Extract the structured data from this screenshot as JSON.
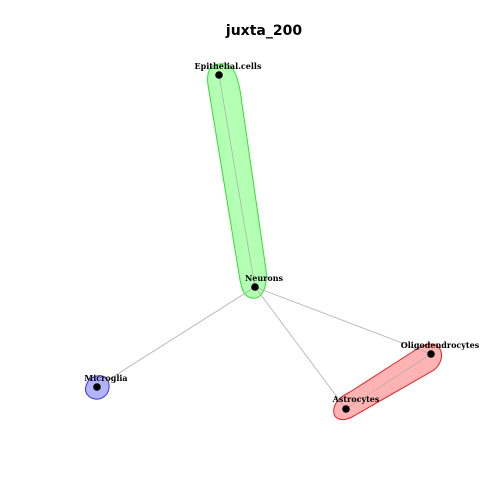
{
  "title": "juxta_200",
  "nodes": [
    {
      "id": "epithelial",
      "label": "Epithelial.cells"
    },
    {
      "id": "neurons",
      "label": "Neurons"
    },
    {
      "id": "oligodendrocytes",
      "label": "Oligodendrocytes"
    },
    {
      "id": "astrocytes",
      "label": "Astrocytes"
    },
    {
      "id": "microglia",
      "label": "Microglia"
    }
  ],
  "edges": [
    {
      "from": "epithelial",
      "to": "neurons"
    },
    {
      "from": "neurons",
      "to": "microglia"
    },
    {
      "from": "neurons",
      "to": "astrocytes"
    },
    {
      "from": "neurons",
      "to": "oligodendrocytes"
    },
    {
      "from": "astrocytes",
      "to": "oligodendrocytes"
    }
  ],
  "groups": [
    {
      "id": "green",
      "members": [
        "epithelial",
        "neurons"
      ],
      "fill": "#b3ffb3",
      "stroke": "#33dd33"
    },
    {
      "id": "red",
      "members": [
        "oligodendrocytes",
        "astrocytes"
      ],
      "fill": "#ffb3b3",
      "stroke": "#e02020"
    },
    {
      "id": "blue",
      "members": [
        "microglia"
      ],
      "fill": "#b3b3ff",
      "stroke": "#3333dd"
    }
  ],
  "colors": {
    "edge": "#b0b0b0",
    "node": "#000000"
  }
}
